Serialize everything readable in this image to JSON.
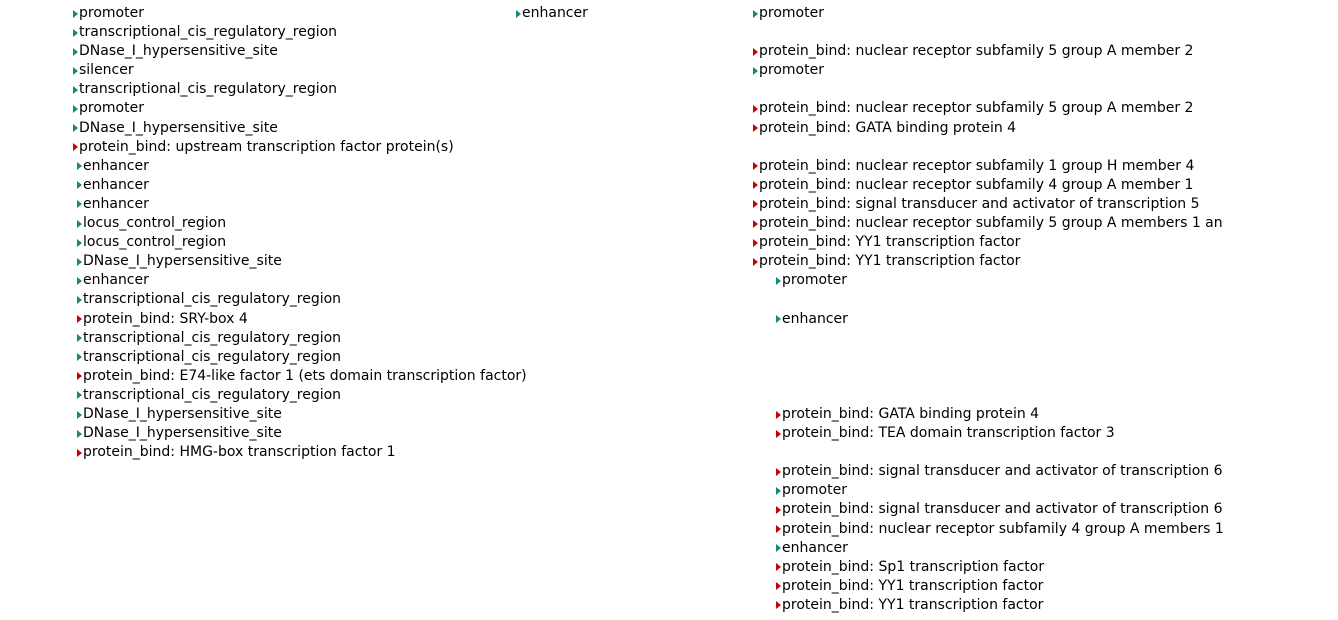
{
  "colors": {
    "regulatory": "#138a7e",
    "protein_bind": "#cc0000"
  },
  "columns": [
    {
      "items": [
        {
          "label": "promoter",
          "kind": "regulatory",
          "nested": false
        },
        {
          "label": "transcriptional_cis_regulatory_region",
          "kind": "regulatory",
          "nested": false
        },
        {
          "label": "DNase_I_hypersensitive_site",
          "kind": "regulatory",
          "nested": false
        },
        {
          "label": "silencer",
          "kind": "regulatory",
          "nested": false
        },
        {
          "label": "transcriptional_cis_regulatory_region",
          "kind": "regulatory",
          "nested": false
        },
        {
          "label": "promoter",
          "kind": "regulatory",
          "nested": false
        },
        {
          "label": "DNase_I_hypersensitive_site",
          "kind": "regulatory",
          "nested": false
        },
        {
          "label": "protein_bind: upstream transcription factor protein(s)",
          "kind": "protein_bind",
          "nested": false
        },
        {
          "label": "enhancer",
          "kind": "regulatory",
          "nested": true
        },
        {
          "label": "enhancer",
          "kind": "regulatory",
          "nested": true
        },
        {
          "label": "enhancer",
          "kind": "regulatory",
          "nested": true
        },
        {
          "label": "locus_control_region",
          "kind": "regulatory",
          "nested": true
        },
        {
          "label": "locus_control_region",
          "kind": "regulatory",
          "nested": true
        },
        {
          "label": "DNase_I_hypersensitive_site",
          "kind": "regulatory",
          "nested": true
        },
        {
          "label": "enhancer",
          "kind": "regulatory",
          "nested": true
        },
        {
          "label": "transcriptional_cis_regulatory_region",
          "kind": "regulatory",
          "nested": true
        },
        {
          "label": "protein_bind: SRY-box 4",
          "kind": "protein_bind",
          "nested": true
        },
        {
          "label": "transcriptional_cis_regulatory_region",
          "kind": "regulatory",
          "nested": true
        },
        {
          "label": "transcriptional_cis_regulatory_region",
          "kind": "regulatory",
          "nested": true
        },
        {
          "label": "protein_bind: E74-like factor 1 (ets domain transcription factor)",
          "kind": "protein_bind",
          "nested": true
        },
        {
          "label": "transcriptional_cis_regulatory_region",
          "kind": "regulatory",
          "nested": true
        },
        {
          "label": "DNase_I_hypersensitive_site",
          "kind": "regulatory",
          "nested": true
        },
        {
          "label": "DNase_I_hypersensitive_site",
          "kind": "regulatory",
          "nested": true
        },
        {
          "label": "protein_bind: HMG-box transcription factor 1",
          "kind": "protein_bind",
          "nested": true
        }
      ]
    },
    {
      "items": [
        {
          "label": "enhancer",
          "kind": "regulatory",
          "nested": false
        }
      ]
    },
    {
      "items": [
        {
          "label": "promoter",
          "kind": "regulatory",
          "nested": false
        },
        {
          "label": "",
          "kind": "blank",
          "nested": false
        },
        {
          "label": "protein_bind: nuclear receptor subfamily 5 group A member 2",
          "kind": "protein_bind",
          "nested": false
        },
        {
          "label": "promoter",
          "kind": "regulatory",
          "nested": false
        },
        {
          "label": "",
          "kind": "blank",
          "nested": false
        },
        {
          "label": "protein_bind: nuclear receptor subfamily 5 group A member 2",
          "kind": "protein_bind",
          "nested": false
        },
        {
          "label": "protein_bind: GATA binding protein 4",
          "kind": "protein_bind",
          "nested": false
        },
        {
          "label": "",
          "kind": "blank",
          "nested": false
        },
        {
          "label": "protein_bind: nuclear receptor subfamily 1 group H member 4",
          "kind": "protein_bind",
          "nested": false
        },
        {
          "label": "protein_bind: nuclear receptor subfamily 4 group A member 1",
          "kind": "protein_bind",
          "nested": false
        },
        {
          "label": "protein_bind: signal transducer and activator of transcription 5",
          "kind": "protein_bind",
          "nested": false
        },
        {
          "label": "protein_bind: nuclear receptor subfamily 5 group A members 1 an",
          "kind": "protein_bind",
          "nested": false
        },
        {
          "label": "protein_bind: YY1 transcription factor",
          "kind": "protein_bind",
          "nested": false
        },
        {
          "label": "protein_bind: YY1 transcription factor",
          "kind": "protein_bind",
          "nested": false
        },
        {
          "label": "promoter",
          "kind": "regulatory",
          "nested": true
        },
        {
          "label": "",
          "kind": "blank",
          "nested": true
        },
        {
          "label": "enhancer",
          "kind": "regulatory",
          "nested": true
        },
        {
          "label": "",
          "kind": "blank",
          "nested": true
        },
        {
          "label": "",
          "kind": "blank",
          "nested": true
        },
        {
          "label": "",
          "kind": "blank",
          "nested": true
        },
        {
          "label": "",
          "kind": "blank",
          "nested": true
        },
        {
          "label": "protein_bind: GATA binding protein 4",
          "kind": "protein_bind",
          "nested": true
        },
        {
          "label": "protein_bind: TEA domain transcription factor 3",
          "kind": "protein_bind",
          "nested": true
        },
        {
          "label": "",
          "kind": "blank",
          "nested": true
        },
        {
          "label": "protein_bind: signal transducer and activator of transcription 6",
          "kind": "protein_bind",
          "nested": true
        },
        {
          "label": "promoter",
          "kind": "regulatory",
          "nested": true
        },
        {
          "label": "protein_bind: signal transducer and activator of transcription 6",
          "kind": "protein_bind",
          "nested": true
        },
        {
          "label": "protein_bind: nuclear receptor subfamily 4 group A members 1",
          "kind": "protein_bind",
          "nested": true
        },
        {
          "label": "enhancer",
          "kind": "regulatory",
          "nested": true
        },
        {
          "label": "protein_bind: Sp1 transcription factor",
          "kind": "protein_bind",
          "nested": true
        },
        {
          "label": "protein_bind: YY1 transcription factor",
          "kind": "protein_bind",
          "nested": true
        },
        {
          "label": "protein_bind: YY1 transcription factor",
          "kind": "protein_bind",
          "nested": true
        }
      ]
    }
  ]
}
